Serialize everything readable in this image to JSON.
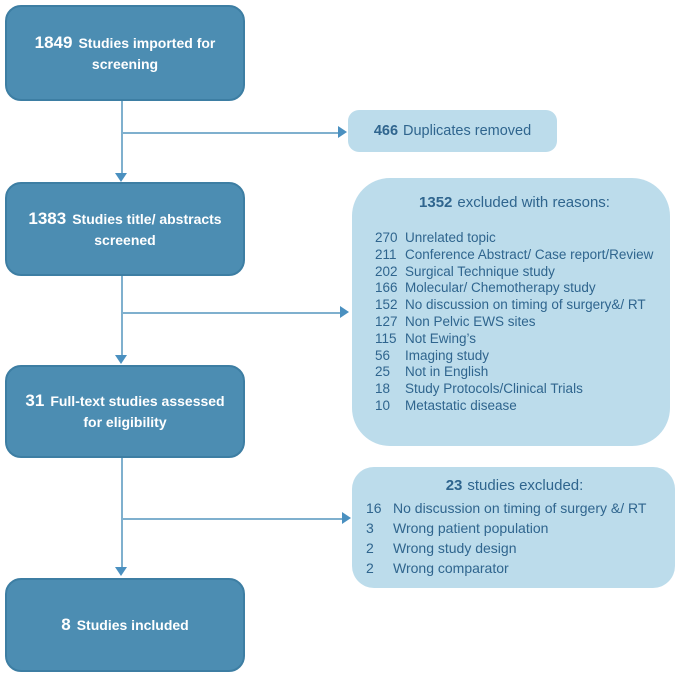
{
  "left_boxes": [
    {
      "number": "1849",
      "label": "Studies imported for\nscreening"
    },
    {
      "number": "1383",
      "label": "Studies title/ abstracts\nscreened"
    },
    {
      "number": "31",
      "label": "Full-text studies assessed\nfor eligibility"
    },
    {
      "number": "8",
      "label": "Studies included"
    }
  ],
  "duplicates": {
    "number": "466",
    "label": "Duplicates removed"
  },
  "reasons": {
    "title_number": "1352",
    "title_text": "excluded with reasons:",
    "items": [
      {
        "count": "270",
        "reason": "Unrelated topic"
      },
      {
        "count": "211",
        "reason": "Conference Abstract/ Case report/Review"
      },
      {
        "count": "202",
        "reason": "Surgical Technique study"
      },
      {
        "count": "166",
        "reason": "Molecular/ Chemotherapy study"
      },
      {
        "count": "152",
        "reason": "No discussion on timing of surgery&/ RT"
      },
      {
        "count": "127",
        "reason": "Non Pelvic EWS sites"
      },
      {
        "count": "115",
        "reason": "Not Ewing’s"
      },
      {
        "count": "56",
        "reason": "Imaging study"
      },
      {
        "count": "25",
        "reason": "Not in English"
      },
      {
        "count": "18",
        "reason": "Study Protocols/Clinical Trials"
      },
      {
        "count": "10",
        "reason": "Metastatic disease"
      }
    ]
  },
  "excluded": {
    "title_number": "23",
    "title_text": "studies excluded:",
    "items": [
      {
        "count": "16",
        "reason": "No discussion on timing of surgery &/ RT"
      },
      {
        "count": "3",
        "reason": "Wrong patient population"
      },
      {
        "count": "2",
        "reason": "Wrong study design"
      },
      {
        "count": "2",
        "reason": "Wrong comparator"
      }
    ]
  },
  "colors": {
    "dark_box_fill": "#4C8DB2",
    "dark_box_border": "#3D7EA3",
    "dark_box_text": "#FFFFFF",
    "light_box_fill": "#BCDCEB",
    "light_box_text": "#2F658E",
    "connector_line": "#7FB0CE",
    "connector_arrow": "#4A90C0"
  }
}
